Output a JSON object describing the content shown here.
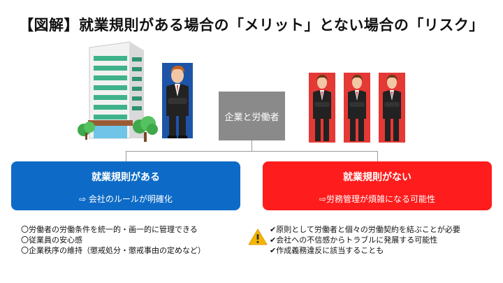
{
  "title": "【図解】就業規則がある場合の「メリット」とない場合の「リスク」",
  "center_label": "企業と労働者",
  "left_panel": {
    "heading": "就業規則がある",
    "sub": "⇨ 会社のルールが明確化",
    "color": "#0d6bc7",
    "items": [
      "〇労働者の労働条件を統一的・画一的に管理できる",
      "〇従業員の安心感",
      "〇企業秩序の維持（懲戒処分・懲戒事由の定めなど）"
    ]
  },
  "right_panel": {
    "heading": "就業規則がない",
    "sub": "⇨労務管理が煩雑になる可能性",
    "color": "#ff1c1c",
    "items": [
      "✔原則として労働者と個々の労働契約を結ぶことが必要",
      "✔会社への不信感からトラブルに発展する可能性",
      "✔作成義務違反に該当することも"
    ]
  },
  "icons": [
    "office-building",
    "businessman-arms-crossed",
    "trees",
    "warning-icon"
  ]
}
